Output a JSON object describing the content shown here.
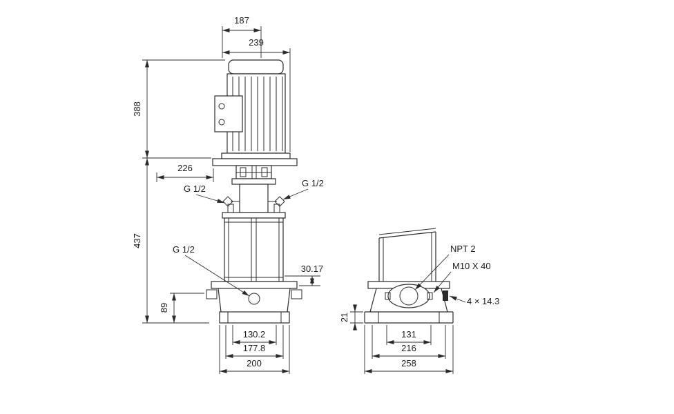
{
  "drawing": {
    "line_color": "#2b2b2b",
    "background": "#ffffff"
  },
  "front_view": {
    "motor_top_width": "187",
    "motor_total_width": "239",
    "motor_height": "388",
    "head_clearance": "226",
    "pump_height": "437",
    "port_left": "G 1/2",
    "port_right": "G 1/2",
    "drain_port": "G 1/2",
    "port_offset": "30.17",
    "base_height": "89",
    "foot_hole_spacing": "130.2",
    "foot_width": "177.8",
    "base_width": "200"
  },
  "side_view": {
    "port_thread": "NPT 2",
    "stud_spec": "M10 X 40",
    "hole_spec": "4 × 14.3",
    "foot_height": "21",
    "port_bolt_spacing": "131",
    "hole_spacing": "216",
    "base_depth": "258"
  }
}
